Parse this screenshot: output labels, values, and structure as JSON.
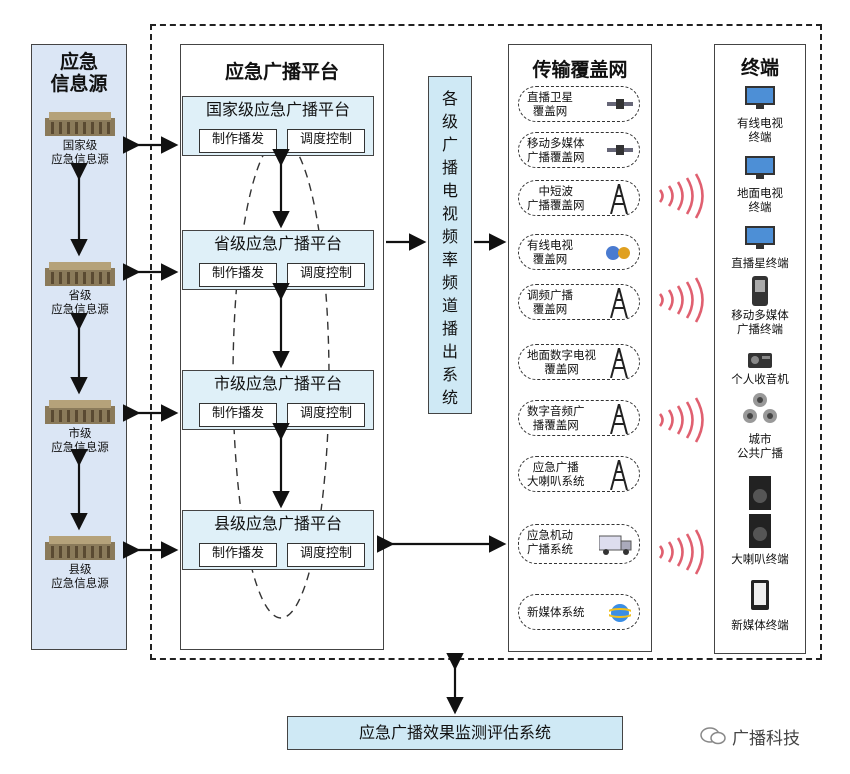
{
  "sources": {
    "title": "应急\n信息源",
    "items": [
      {
        "label": "国家级\n应急信息源"
      },
      {
        "label": "省级\n应急信息源"
      },
      {
        "label": "市级\n应急信息源"
      },
      {
        "label": "县级\n应急信息源"
      }
    ]
  },
  "platform": {
    "title": "应急广播平台",
    "levels": [
      {
        "name": "国家级应急广播平台",
        "produce": "制作播发",
        "control": "调度控制"
      },
      {
        "name": "省级应急广播平台",
        "produce": "制作播发",
        "control": "调度控制"
      },
      {
        "name": "市级应急广播平台",
        "produce": "制作播发",
        "control": "调度控制"
      },
      {
        "name": "县级应急广播平台",
        "produce": "制作播发",
        "control": "调度控制"
      }
    ]
  },
  "channel_system": {
    "label": "各级广播电视频率频道播出系统"
  },
  "transport": {
    "title": "传输覆盖网",
    "items": [
      {
        "label": "直播卫星\n覆盖网",
        "icon": "satellite-icon"
      },
      {
        "label": "移动多媒体\n广播覆盖网",
        "icon": "satellite-icon"
      },
      {
        "label": "中短波\n广播覆盖网",
        "icon": "tower-icon"
      },
      {
        "label": "有线电视\n覆盖网",
        "icon": "cable-icon"
      },
      {
        "label": "调频广播\n覆盖网",
        "icon": "tower-icon"
      },
      {
        "label": "地面数字电视\n覆盖网",
        "icon": "tower-icon"
      },
      {
        "label": "数字音频广\n播覆盖网",
        "icon": "tower-icon"
      },
      {
        "label": "应急广播\n大喇叭系统",
        "icon": "tower-icon"
      },
      {
        "label": "应急机动\n广播系统",
        "icon": "truck-icon"
      },
      {
        "label": "新媒体系统",
        "icon": "browser-icon"
      }
    ]
  },
  "terminals": {
    "title": "终端",
    "items": [
      {
        "label": "有线电视\n终端",
        "icon": "tv-icon"
      },
      {
        "label": "地面电视\n终端",
        "icon": "tv-icon"
      },
      {
        "label": "直播星终端",
        "icon": "tv-icon"
      },
      {
        "label": "移动多媒体\n广播终端",
        "icon": "phone-icon"
      },
      {
        "label": "个人收音机",
        "icon": "radio-icon"
      },
      {
        "label": "城市\n公共广播",
        "icon": "speaker-cluster-icon"
      },
      {
        "label": "大喇叭终端",
        "icon": "loudspeaker-icon"
      },
      {
        "label": "新媒体终端",
        "icon": "tablet-icon"
      }
    ]
  },
  "evaluation": {
    "label": "应急广播效果监测评估系统"
  },
  "watermark": {
    "label": "广播科技"
  },
  "colors": {
    "source_bg": "#dbe6f5",
    "platform_box": "#dff0f8",
    "channel_bg": "#cfe9f5",
    "signal_wave": "#e06070"
  }
}
